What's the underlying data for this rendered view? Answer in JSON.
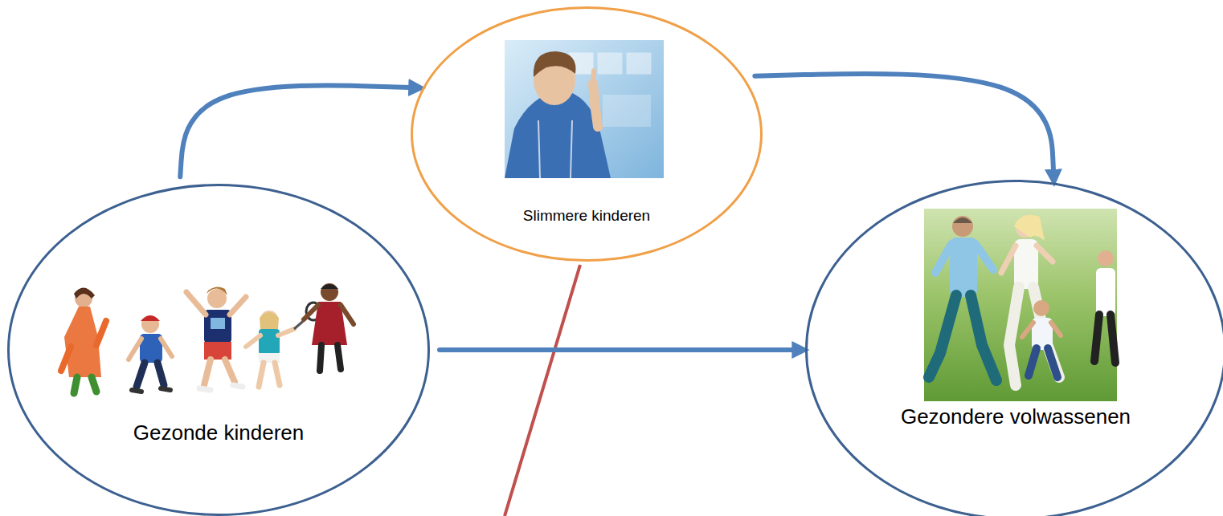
{
  "diagram": {
    "nodes": [
      {
        "text": [
          "Gezonde kinderen"
        ]
      },
      {
        "text": [
          "Slimmere kinderen"
        ]
      },
      {
        "text": [
          "Gezondere volwassenen"
        ]
      }
    ],
    "edges": [
      {
        "from": 0,
        "to": 1,
        "arrow": "to"
      },
      {
        "from": 1,
        "to": 2,
        "arrow": "to"
      },
      {
        "from": 0,
        "to": 2,
        "arrow": "to"
      }
    ]
  }
}
